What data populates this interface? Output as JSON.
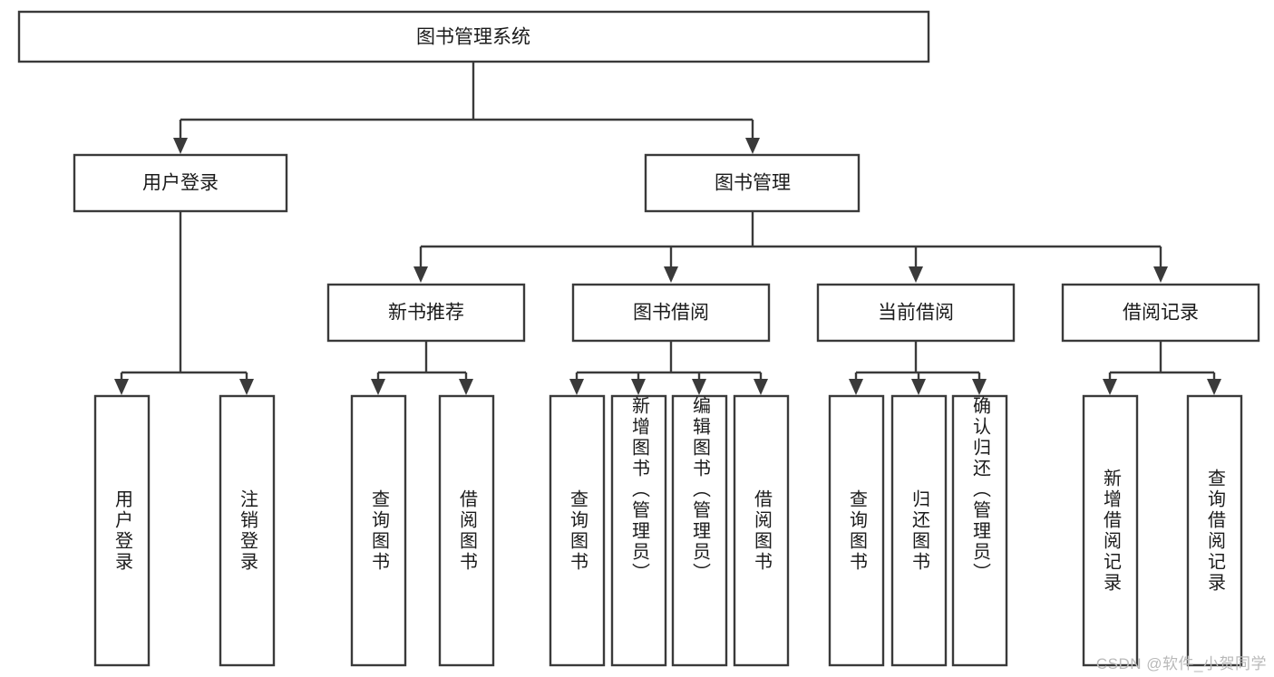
{
  "diagram": {
    "type": "tree-hierarchy",
    "title": "图书管理系统",
    "watermark": "CSDN @软件_小贺同学",
    "colors": {
      "stroke": "#3a3a3a",
      "fill": "#ffffff",
      "text": "#1b1b1b",
      "watermark": "#b9b9b9",
      "background": "#ffffff"
    },
    "root": {
      "id": "root",
      "label": "图书管理系统"
    },
    "level2": [
      {
        "id": "user-login",
        "label": "用户登录"
      },
      {
        "id": "book-management",
        "label": "图书管理"
      }
    ],
    "level3": [
      {
        "id": "new-book-recommend",
        "label": "新书推荐",
        "parent": "book-management"
      },
      {
        "id": "book-borrow",
        "label": "图书借阅",
        "parent": "book-management"
      },
      {
        "id": "current-borrow",
        "label": "当前借阅",
        "parent": "book-management"
      },
      {
        "id": "borrow-record",
        "label": "借阅记录",
        "parent": "book-management"
      }
    ],
    "leaves": [
      {
        "id": "leaf-user-login",
        "label": "用户登录",
        "parent": "user-login"
      },
      {
        "id": "leaf-user-logout",
        "label": "注销登录",
        "parent": "user-login"
      },
      {
        "id": "leaf-query-book-1",
        "label": "查询图书",
        "parent": "new-book-recommend"
      },
      {
        "id": "leaf-borrow-book-1",
        "label": "借阅图书",
        "parent": "new-book-recommend"
      },
      {
        "id": "leaf-query-book-2",
        "label": "查询图书",
        "parent": "book-borrow"
      },
      {
        "id": "leaf-add-book",
        "label": "新增图书（管理员）",
        "parent": "book-borrow"
      },
      {
        "id": "leaf-edit-book",
        "label": "编辑图书（管理员）",
        "parent": "book-borrow"
      },
      {
        "id": "leaf-borrow-book-2",
        "label": "借阅图书",
        "parent": "book-borrow"
      },
      {
        "id": "leaf-query-book-3",
        "label": "查询图书",
        "parent": "current-borrow"
      },
      {
        "id": "leaf-return-book",
        "label": "归还图书",
        "parent": "current-borrow"
      },
      {
        "id": "leaf-confirm-return",
        "label": "确认归还（管理员）",
        "parent": "current-borrow"
      },
      {
        "id": "leaf-add-record",
        "label": "新增借阅记录",
        "parent": "borrow-record"
      },
      {
        "id": "leaf-query-record",
        "label": "查询借阅记录",
        "parent": "borrow-record"
      }
    ]
  }
}
